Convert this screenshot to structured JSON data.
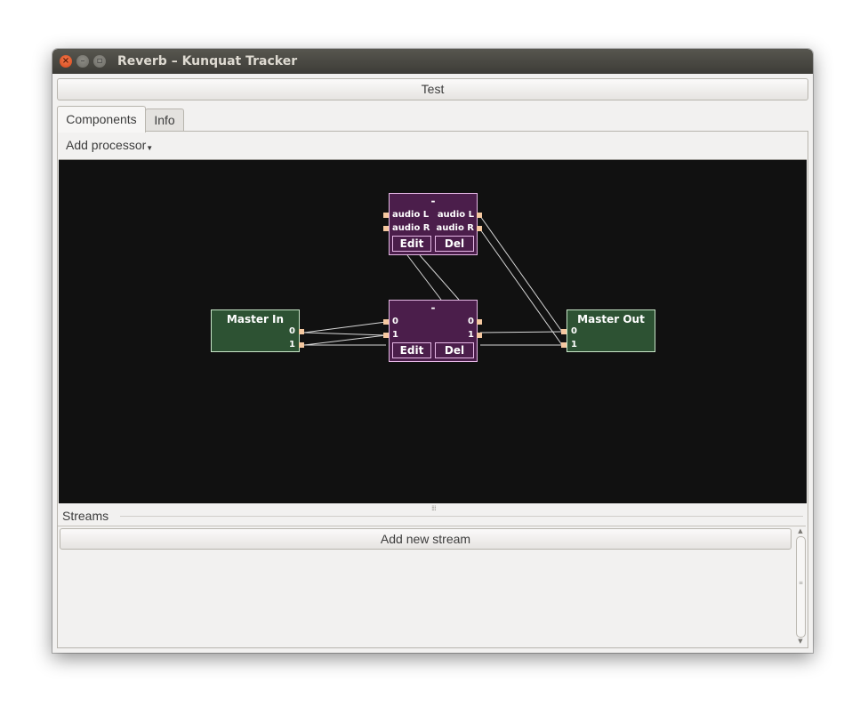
{
  "window": {
    "title": "Reverb – Kunquat Tracker"
  },
  "toolbar": {
    "test_label": "Test"
  },
  "tabs": [
    {
      "label": "Components",
      "active": true
    },
    {
      "label": "Info",
      "active": false
    }
  ],
  "components": {
    "add_processor_label": "Add processor"
  },
  "graph": {
    "master_in": {
      "title": "Master In",
      "ports": [
        "0",
        "1"
      ]
    },
    "master_out": {
      "title": "Master Out",
      "ports": [
        "0",
        "1"
      ]
    },
    "proc_top": {
      "title": "-",
      "in_ports": [
        "audio L",
        "audio R"
      ],
      "out_ports": [
        "audio L",
        "audio R"
      ],
      "edit_label": "Edit",
      "del_label": "Del"
    },
    "proc_mid": {
      "title": "-",
      "in_ports": [
        "0",
        "1"
      ],
      "out_ports": [
        "0",
        "1"
      ],
      "edit_label": "Edit",
      "del_label": "Del"
    },
    "colors": {
      "canvas_bg": "#111111",
      "io_node": "#2d5233",
      "proc_node": "#4b1e4b",
      "port": "#f5c8a0",
      "wire": "#d8d8d8"
    }
  },
  "streams": {
    "section_label": "Streams",
    "add_label": "Add new stream"
  }
}
